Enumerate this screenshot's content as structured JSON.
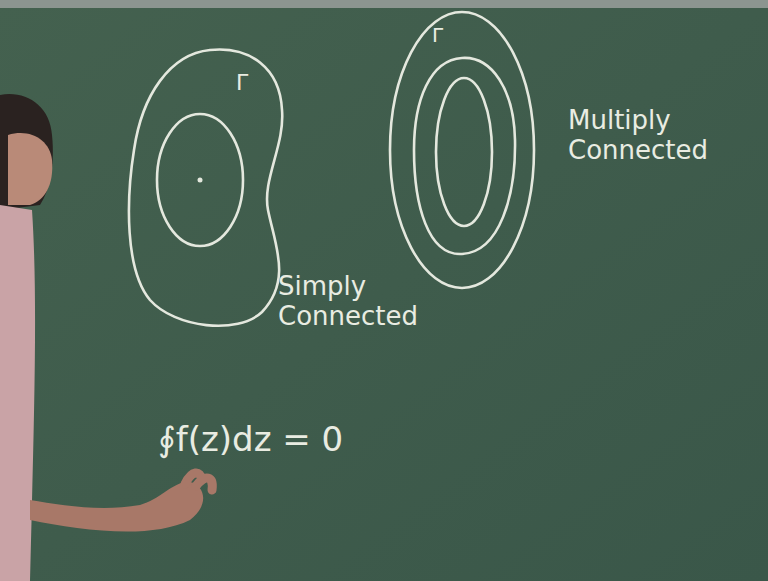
{
  "diagram": {
    "labels": [
      "Γ",
      "Simply Connected",
      "Γ",
      "Multiply Connected",
      "∮f(z)dz = 0"
    ]
  }
}
